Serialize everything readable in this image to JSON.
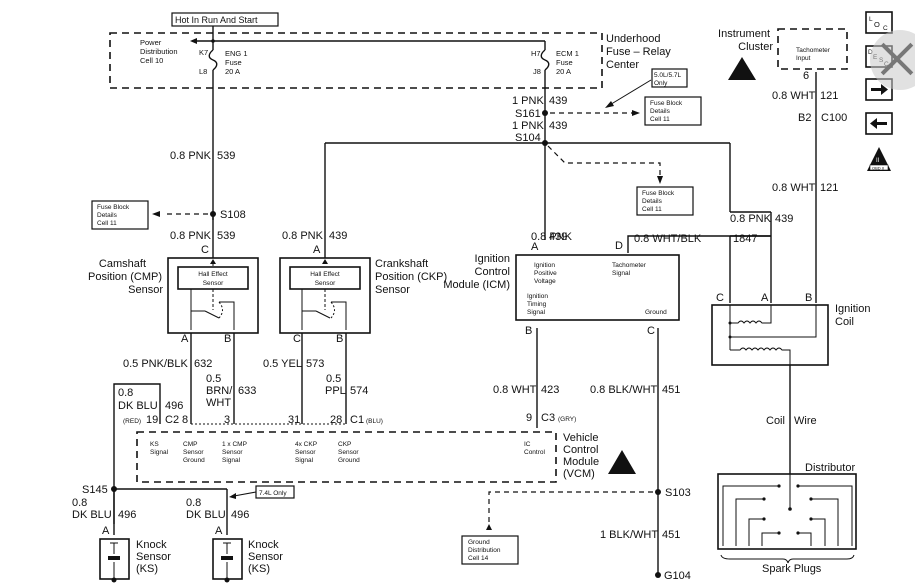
{
  "diagram": {
    "title_box": "Hot In Run And Start",
    "fuse_relay_center": [
      "Underhood",
      "Fuse – Relay",
      "Center"
    ],
    "power_distribution": [
      "Power",
      "Distribution",
      "Cell 10"
    ],
    "fuse_eng1": {
      "top_pin": "K7",
      "bottom_pin": "L8",
      "name": [
        "ENG 1",
        "Fuse",
        "20 A"
      ]
    },
    "fuse_ecm1": {
      "top_pin": "H7",
      "bottom_pin": "J8",
      "name": [
        "ECM 1",
        "Fuse",
        "20 A"
      ]
    },
    "note_5_7": [
      "5.0L/5.7L",
      "Only"
    ],
    "fuse_block_s161": [
      "Fuse Block",
      "Details",
      "Cell 11"
    ],
    "fuse_block_s104": [
      "Fuse Block",
      "Details",
      "Cell 11"
    ],
    "fuse_block_s108": [
      "Fuse Block",
      "Details",
      "Cell 11"
    ],
    "splices": {
      "s161": "S161",
      "s104": "S104",
      "s108": "S108",
      "s145": "S145",
      "s103": "S103",
      "g104": "G104"
    },
    "wires": {
      "pnk439_a_gauge": "1 PNK",
      "pnk439_a_circuit": "439",
      "pnk439_b_gauge": "1 PNK",
      "pnk439_b_circuit": "439",
      "pnk539_top_gauge": "0.8 PNK",
      "pnk539_top_circuit": "539",
      "pnk539_bot_gauge": "0.8 PNK",
      "pnk539_bot_circuit": "539",
      "ckp_pnk_gauge": "0.8 PNK",
      "ckp_pnk_circuit": "439",
      "icm_pnk_gauge": "0.8 PNK",
      "icm_pnk_circuit": "439",
      "coil_pnk_gauge": "0.8 PNK",
      "coil_pnk_circuit": "439",
      "wht_blk_gauge": "0.8 WHT/BLK",
      "wht_blk_circuit": "1847",
      "wht121_top_gauge": "0.8 WHT",
      "wht121_top_circuit": "121",
      "wht121_bot_gauge": "0.8 WHT",
      "wht121_bot_circuit": "121",
      "pnkblk_gauge": "0.5 PNK/BLK",
      "pnkblk_circuit": "632",
      "brnwht_gauge": [
        "0.5",
        "BRN/",
        "WHT"
      ],
      "brnwht_circuit": "633",
      "yel_gauge": "0.5 YEL",
      "yel_circuit": "573",
      "ppl_gauge": [
        "0.5",
        "PPL"
      ],
      "ppl_circuit": "574",
      "dkblu_top_gauge": [
        "0.8",
        "DK BLU"
      ],
      "dkblu_top_circuit": "496",
      "wht423_gauge": "0.8 WHT",
      "wht423_circuit": "423",
      "blkwht_gauge": "0.8 BLK/WHT",
      "blkwht_circuit": "451",
      "blkwht2_gauge": "1 BLK/WHT",
      "blkwht2_circuit": "451",
      "dkblu_l_gauge": [
        "0.8",
        "DK BLU"
      ],
      "dkblu_l_circuit": "496",
      "dkblu_r_gauge": [
        "0.8",
        "DK BLU"
      ],
      "dkblu_r_circuit": "496",
      "coil_wire": [
        "Coil",
        "Wire"
      ]
    },
    "cmp_sensor": {
      "label": [
        "Camshaft",
        "Position (CMP)",
        "Sensor"
      ],
      "inner": [
        "Hall Effect",
        "Sensor"
      ],
      "pin_top": "C",
      "pin_a": "A",
      "pin_b": "B"
    },
    "ckp_sensor": {
      "label": [
        "Crankshaft",
        "Position (CKP)",
        "Sensor"
      ],
      "inner": [
        "Hall Effect",
        "Sensor"
      ],
      "pin_top": "A",
      "pin_c": "C",
      "pin_b": "B"
    },
    "icm": {
      "label": [
        "Ignition",
        "Control",
        "Module (ICM)"
      ],
      "pin_a": "A",
      "pin_d": "D",
      "pin_b": "B",
      "pin_c": "C",
      "ign_pos_volt": [
        "Ignition",
        "Positive",
        "Voltage"
      ],
      "tach_signal": [
        "Tachometer",
        "Signal"
      ],
      "ign_timing": [
        "Ignition",
        "Timing",
        "Signal"
      ],
      "ground": "Ground"
    },
    "ignition_coil": {
      "label": [
        "Ignition",
        "Coil"
      ],
      "pin_c": "C",
      "pin_a": "A",
      "pin_b": "B"
    },
    "instrument_cluster": {
      "label": [
        "Instrument",
        "Cluster"
      ],
      "inner": [
        "Tachometer",
        "Input"
      ],
      "pin": "6",
      "conn_b2": "B2",
      "conn_c100": "C100"
    },
    "vcm": {
      "label": [
        "Vehicle",
        "Control",
        "Module",
        "(VCM)"
      ],
      "pins": {
        "c2_19": "19",
        "c2_red": "(RED)",
        "c2": "C2",
        "c2_8": "8",
        "c1_3": "3",
        "c1_31": "31",
        "c1_28": "28",
        "c1": "C1",
        "c1_blu": "(BLU)",
        "c3_9": "9",
        "c3": "C3",
        "c3_gry": "(GRY)"
      },
      "signals": {
        "ks": [
          "KS",
          "Signal"
        ],
        "cmp_gnd": [
          "CMP",
          "Sensor",
          "Ground"
        ],
        "cmp_sig": [
          "1 x CMP",
          "Sensor",
          "Signal"
        ],
        "ckp4x": [
          "4x CKP",
          "Sensor",
          "Signal"
        ],
        "ckp_gnd": [
          "CKP",
          "Sensor",
          "Ground"
        ],
        "ic": [
          "IC",
          "Control"
        ]
      }
    },
    "note_7_4": "7.4L Only",
    "ground_dist": [
      "Ground",
      "Distribution",
      "Cell 14"
    ],
    "knock_sensor_l": {
      "pin": "A",
      "label": [
        "Knock",
        "Sensor",
        "(KS)"
      ]
    },
    "knock_sensor_r": {
      "pin": "A",
      "label": [
        "Knock",
        "Sensor",
        "(KS)"
      ]
    },
    "distributor": {
      "label": "Distributor",
      "spark_plugs": "Spark Plugs"
    }
  },
  "nav": {
    "loc": {
      "main": "L",
      "sub1": "O",
      "sub2": "C"
    },
    "desc": {
      "d": "D",
      "e": "E",
      "s": "S",
      "c": "C"
    },
    "obd_label": "OBD II",
    "obd_numeral": "II"
  }
}
